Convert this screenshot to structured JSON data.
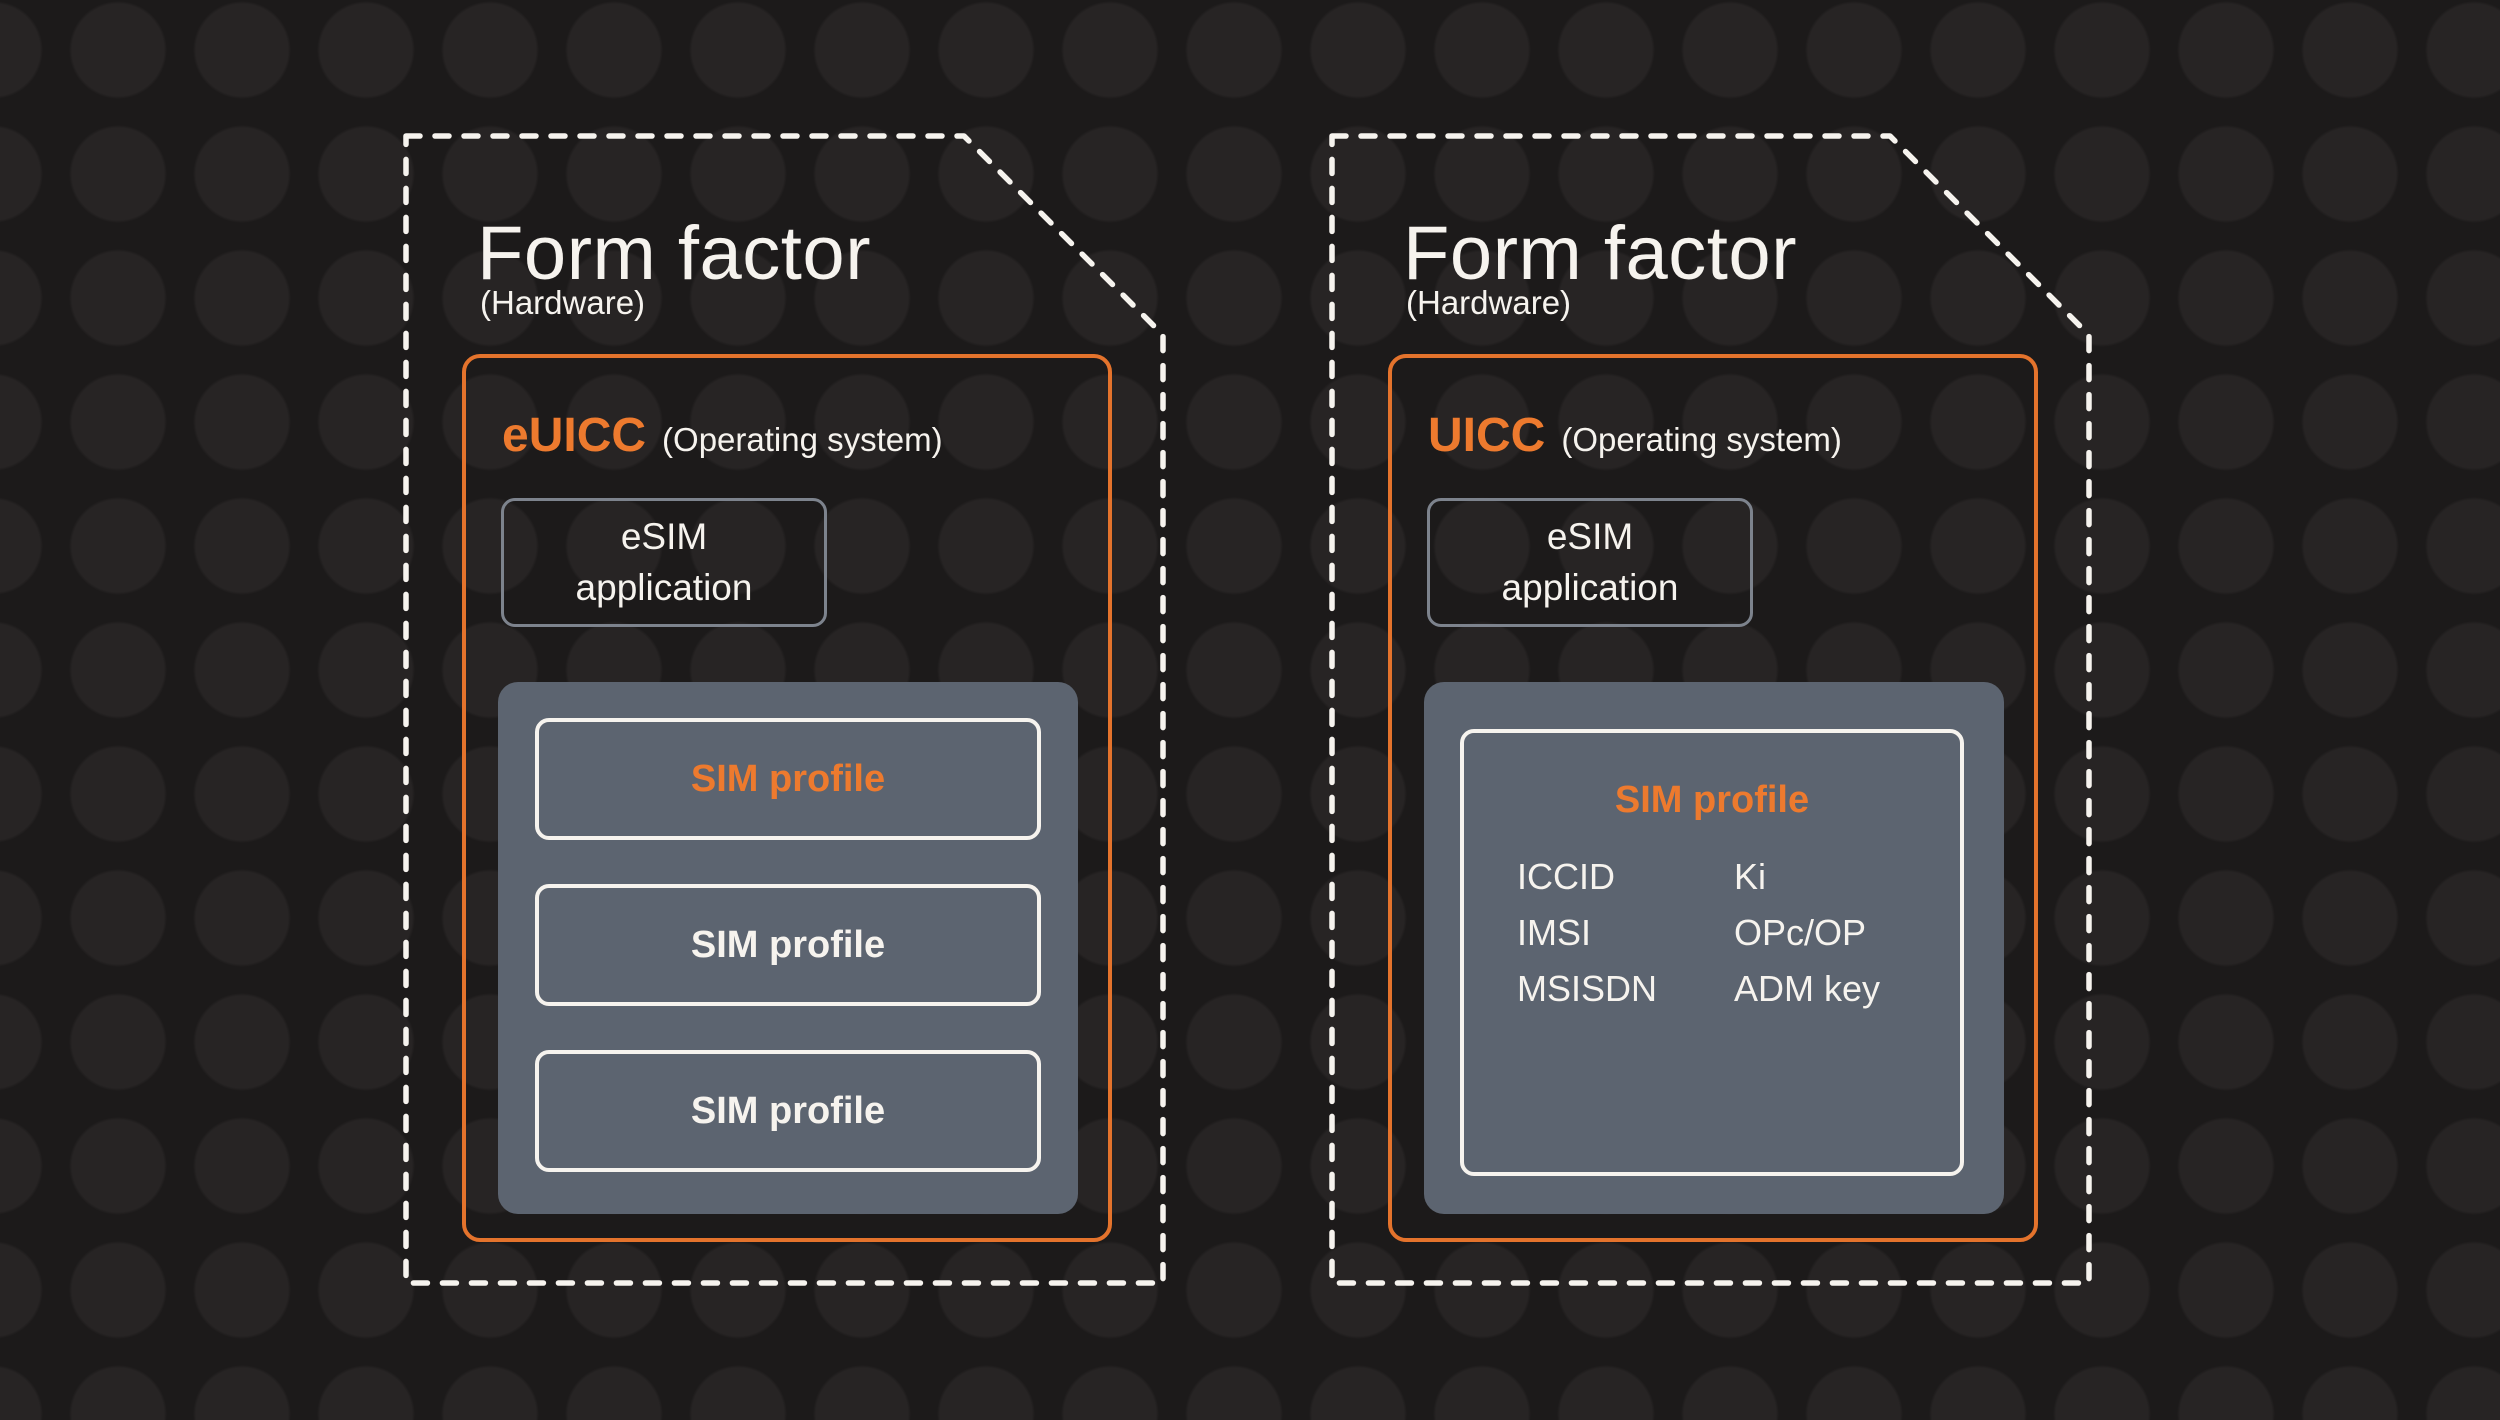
{
  "colors": {
    "background": "#1C1A1A",
    "dot_pattern": "#272424",
    "cream_text": "#F6F3EE",
    "accent_orange": "#ED7A2E",
    "chip_border_orange": "#E4732C",
    "panel_slate": "#5C6470",
    "esim_box_border_gray": "#7D838D"
  },
  "cards": [
    {
      "title": "Form factor",
      "subtitle": "(Hardware)",
      "chip": {
        "name": "eUICC",
        "os_label": "(Operating system)",
        "esim_app": "eSIM\napplication",
        "profiles": [
          "SIM profile",
          "SIM profile",
          "SIM profile"
        ]
      }
    },
    {
      "title": "Form factor",
      "subtitle": "(Hardware)",
      "chip": {
        "name": "UICC",
        "os_label": "(Operating system)",
        "esim_app": "eSIM\napplication",
        "profile": {
          "title": "SIM profile",
          "col1": [
            "ICCID",
            "IMSI",
            "MSISDN"
          ],
          "col2": [
            "Ki",
            "OPc/OP",
            "ADM key"
          ]
        }
      }
    }
  ]
}
